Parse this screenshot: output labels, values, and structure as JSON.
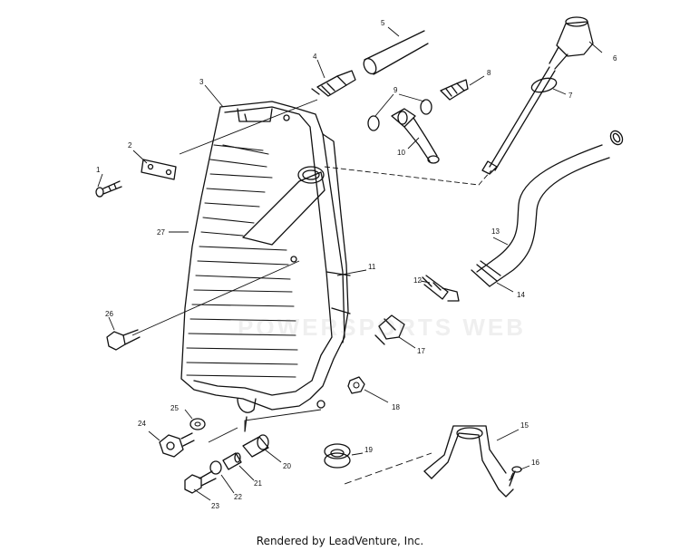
{
  "diagram": {
    "callouts": [
      "1",
      "2",
      "3",
      "4",
      "5",
      "6",
      "7",
      "8",
      "9",
      "10",
      "11",
      "12",
      "13",
      "14",
      "15",
      "16",
      "17",
      "18",
      "19",
      "20",
      "21",
      "22",
      "23",
      "24",
      "25",
      "26",
      "27"
    ]
  },
  "watermark": "POWERSPORTS WEB",
  "footer": {
    "text": "Rendered by LeadVenture, Inc."
  }
}
